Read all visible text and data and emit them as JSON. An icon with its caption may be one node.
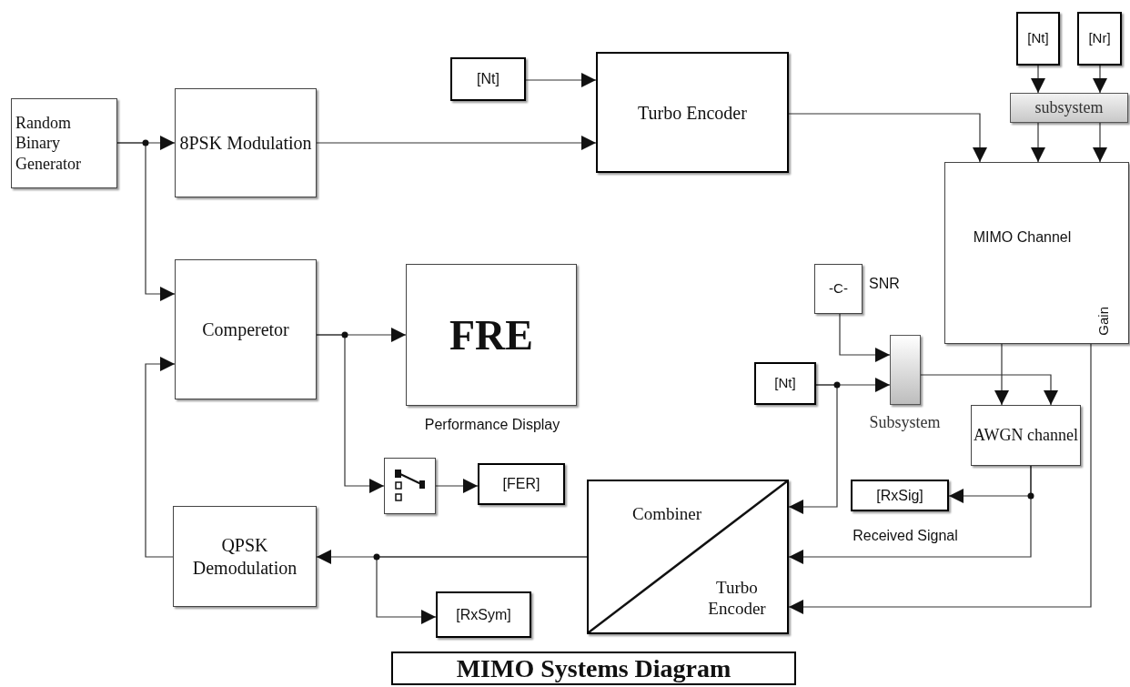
{
  "diagram": {
    "title": "MIMO Systems Diagram",
    "nodes": [
      {
        "text": [
          "Random Binary Generator"
        ]
      },
      {
        "text": [
          "8PSK Modulation"
        ]
      },
      {
        "text": [
          "[Nt]"
        ]
      },
      {
        "text": [
          "Turbo Encoder"
        ]
      },
      {
        "text": [
          "[Nt]"
        ]
      },
      {
        "text": [
          "[Nr]"
        ]
      },
      {
        "text": [
          "subsystem"
        ]
      },
      {
        "text": [
          "MIMO Channel",
          "Gain"
        ]
      },
      {
        "text": [
          "Comperetor"
        ]
      },
      {
        "text": [
          "FRE"
        ],
        "beside": [
          "Performance Display"
        ]
      },
      {
        "text": [
          "-C-"
        ],
        "beside": [
          "SNR"
        ]
      },
      {
        "text": [
          "[Nt]"
        ]
      },
      {
        "text": [],
        "shape": "bar",
        "beside": [
          "Subsystem"
        ]
      },
      {
        "text": [
          "AWGN channel"
        ]
      },
      {
        "text": [],
        "shape": "box"
      },
      {
        "text": [
          "[FER]"
        ]
      },
      {
        "text": [
          "[RxSig]"
        ],
        "beside": [
          "Received Signal"
        ]
      },
      {
        "text": [
          "Combiner",
          "Turbo Encoder"
        ]
      },
      {
        "text": [
          "QPSK Demodulation"
        ]
      },
      {
        "text": [
          "[RxSym]"
        ]
      }
    ],
    "edges": [
      {
        "from": 0,
        "to": 1,
        "arrow": "to"
      },
      {
        "from": 0,
        "to": 8,
        "arrow": "to"
      },
      {
        "from": 1,
        "to": 3,
        "arrow": "to"
      },
      {
        "from": 2,
        "to": 3,
        "arrow": "to"
      },
      {
        "from": 3,
        "to": 7,
        "arrow": "to"
      },
      {
        "from": 4,
        "to": 6,
        "arrow": "to"
      },
      {
        "from": 5,
        "to": 6,
        "arrow": "to"
      },
      {
        "from": 6,
        "to": 7,
        "arrow": "to"
      },
      {
        "from": 6,
        "to": 7,
        "arrow": "to"
      },
      {
        "from": 8,
        "to": 9,
        "arrow": "to"
      },
      {
        "from": 8,
        "to": 14,
        "arrow": "to"
      },
      {
        "from": 14,
        "to": 15,
        "arrow": "to"
      },
      {
        "from": 10,
        "to": 12,
        "arrow": "to"
      },
      {
        "from": 11,
        "to": 12,
        "arrow": "to"
      },
      {
        "from": 11,
        "to": 17,
        "arrow": "to"
      },
      {
        "from": 12,
        "to": 13,
        "arrow": "to"
      },
      {
        "from": 7,
        "to": 13,
        "arrow": "to"
      },
      {
        "from": 13,
        "to": 16,
        "arrow": "to"
      },
      {
        "from": 13,
        "to": 17,
        "arrow": "to"
      },
      {
        "from": 7,
        "to": 17,
        "arrow": "to"
      },
      {
        "from": 17,
        "to": 18,
        "arrow": "to"
      },
      {
        "from": 17,
        "to": 19,
        "arrow": "to"
      },
      {
        "from": 18,
        "to": 8,
        "arrow": "to"
      }
    ]
  }
}
